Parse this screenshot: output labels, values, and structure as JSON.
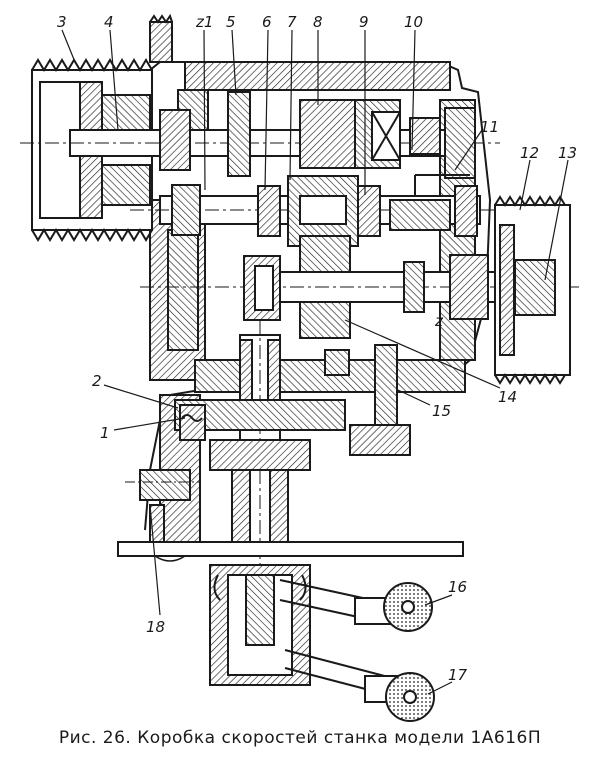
{
  "caption": "Рис. 26. Коробка скоростей станка модели 1А616П",
  "labels": {
    "l1": "1",
    "l2": "2",
    "l3": "3",
    "l4": "4",
    "l5": "5",
    "l6": "6",
    "l7": "7",
    "l8": "8",
    "l9": "9",
    "l10": "10",
    "l11": "11",
    "l12": "12",
    "l13": "13",
    "l14": "14",
    "l15": "15",
    "l16": "16",
    "l17": "17",
    "l18": "18",
    "z1": "z1",
    "z": "z"
  }
}
